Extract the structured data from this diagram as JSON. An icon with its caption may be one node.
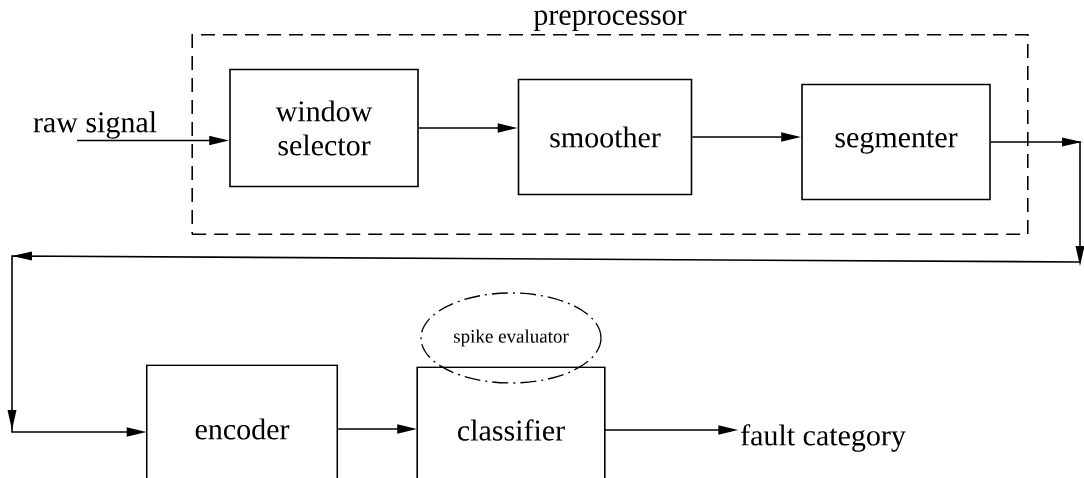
{
  "diagram": {
    "nodes": [
      {
        "text": [
          "preprocessor"
        ]
      },
      {
        "text": [
          "raw signal"
        ]
      },
      {
        "text": [
          "window selector"
        ],
        "in": 0
      },
      {
        "text": [
          "smoother"
        ],
        "in": 0
      },
      {
        "text": [
          "segmenter"
        ],
        "in": 0
      },
      {
        "text": [
          "encoder"
        ]
      },
      {
        "text": [
          "classifier"
        ]
      },
      {
        "text": [
          "spike evaluator"
        ]
      },
      {
        "text": [
          "fault category"
        ]
      }
    ],
    "edges": [
      {
        "from": 1,
        "to": 2,
        "arrow": "to"
      },
      {
        "from": 2,
        "to": 3,
        "arrow": "to"
      },
      {
        "from": 3,
        "to": 4,
        "arrow": "to"
      },
      {
        "from": 4,
        "to": 5,
        "arrow": "to"
      },
      {
        "from": 5,
        "to": 6,
        "arrow": "to"
      },
      {
        "from": 6,
        "to": 8,
        "arrow": "to"
      }
    ]
  }
}
